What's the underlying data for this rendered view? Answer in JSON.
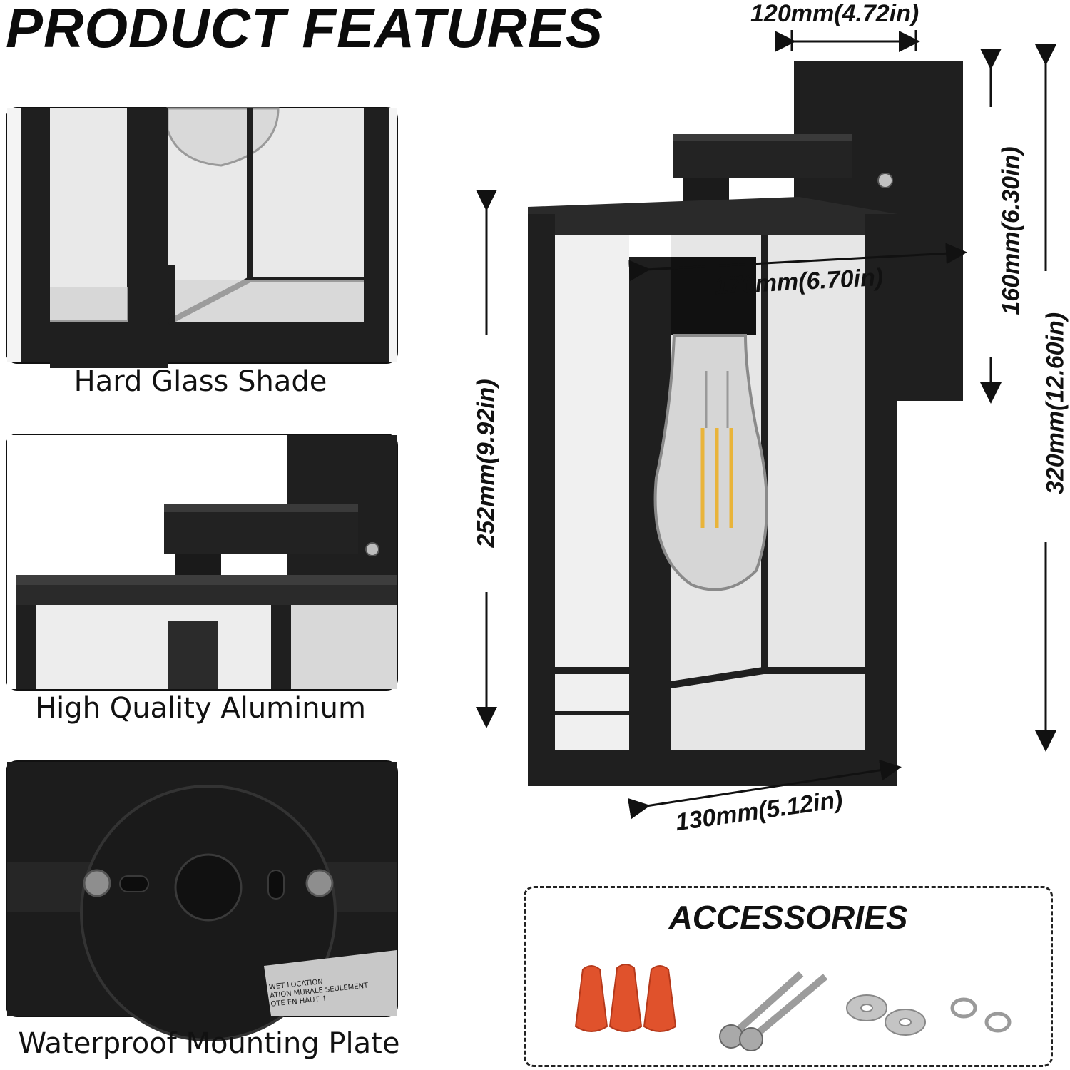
{
  "header": {
    "title": "PRODUCT FEATURES"
  },
  "features": [
    {
      "caption": "Hard Glass Shade"
    },
    {
      "caption": "High Quality Aluminum"
    },
    {
      "caption": "Waterproof Mounting Plate"
    }
  ],
  "dimensions": {
    "plate_width": "120mm(4.72in)",
    "plate_height": "160mm(6.30in)",
    "overall_height": "320mm(12.60in)",
    "depth": "170mm(6.70in)",
    "lantern_height": "252mm(9.92in)",
    "lantern_width": "130mm(5.12in)"
  },
  "plate_label": [
    "WET LOCATION",
    "ATION MURALE SEULEMENT",
    "OTE EN HAUT ↑"
  ],
  "accessories": {
    "title": "ACCESSORIES",
    "items": [
      "wire-connector-icon",
      "screw-icon",
      "washer-icon",
      "lock-washer-icon"
    ]
  },
  "colors": {
    "fixture": "#1f1f1f",
    "connector": "#e0522c",
    "background": "#ffffff"
  }
}
